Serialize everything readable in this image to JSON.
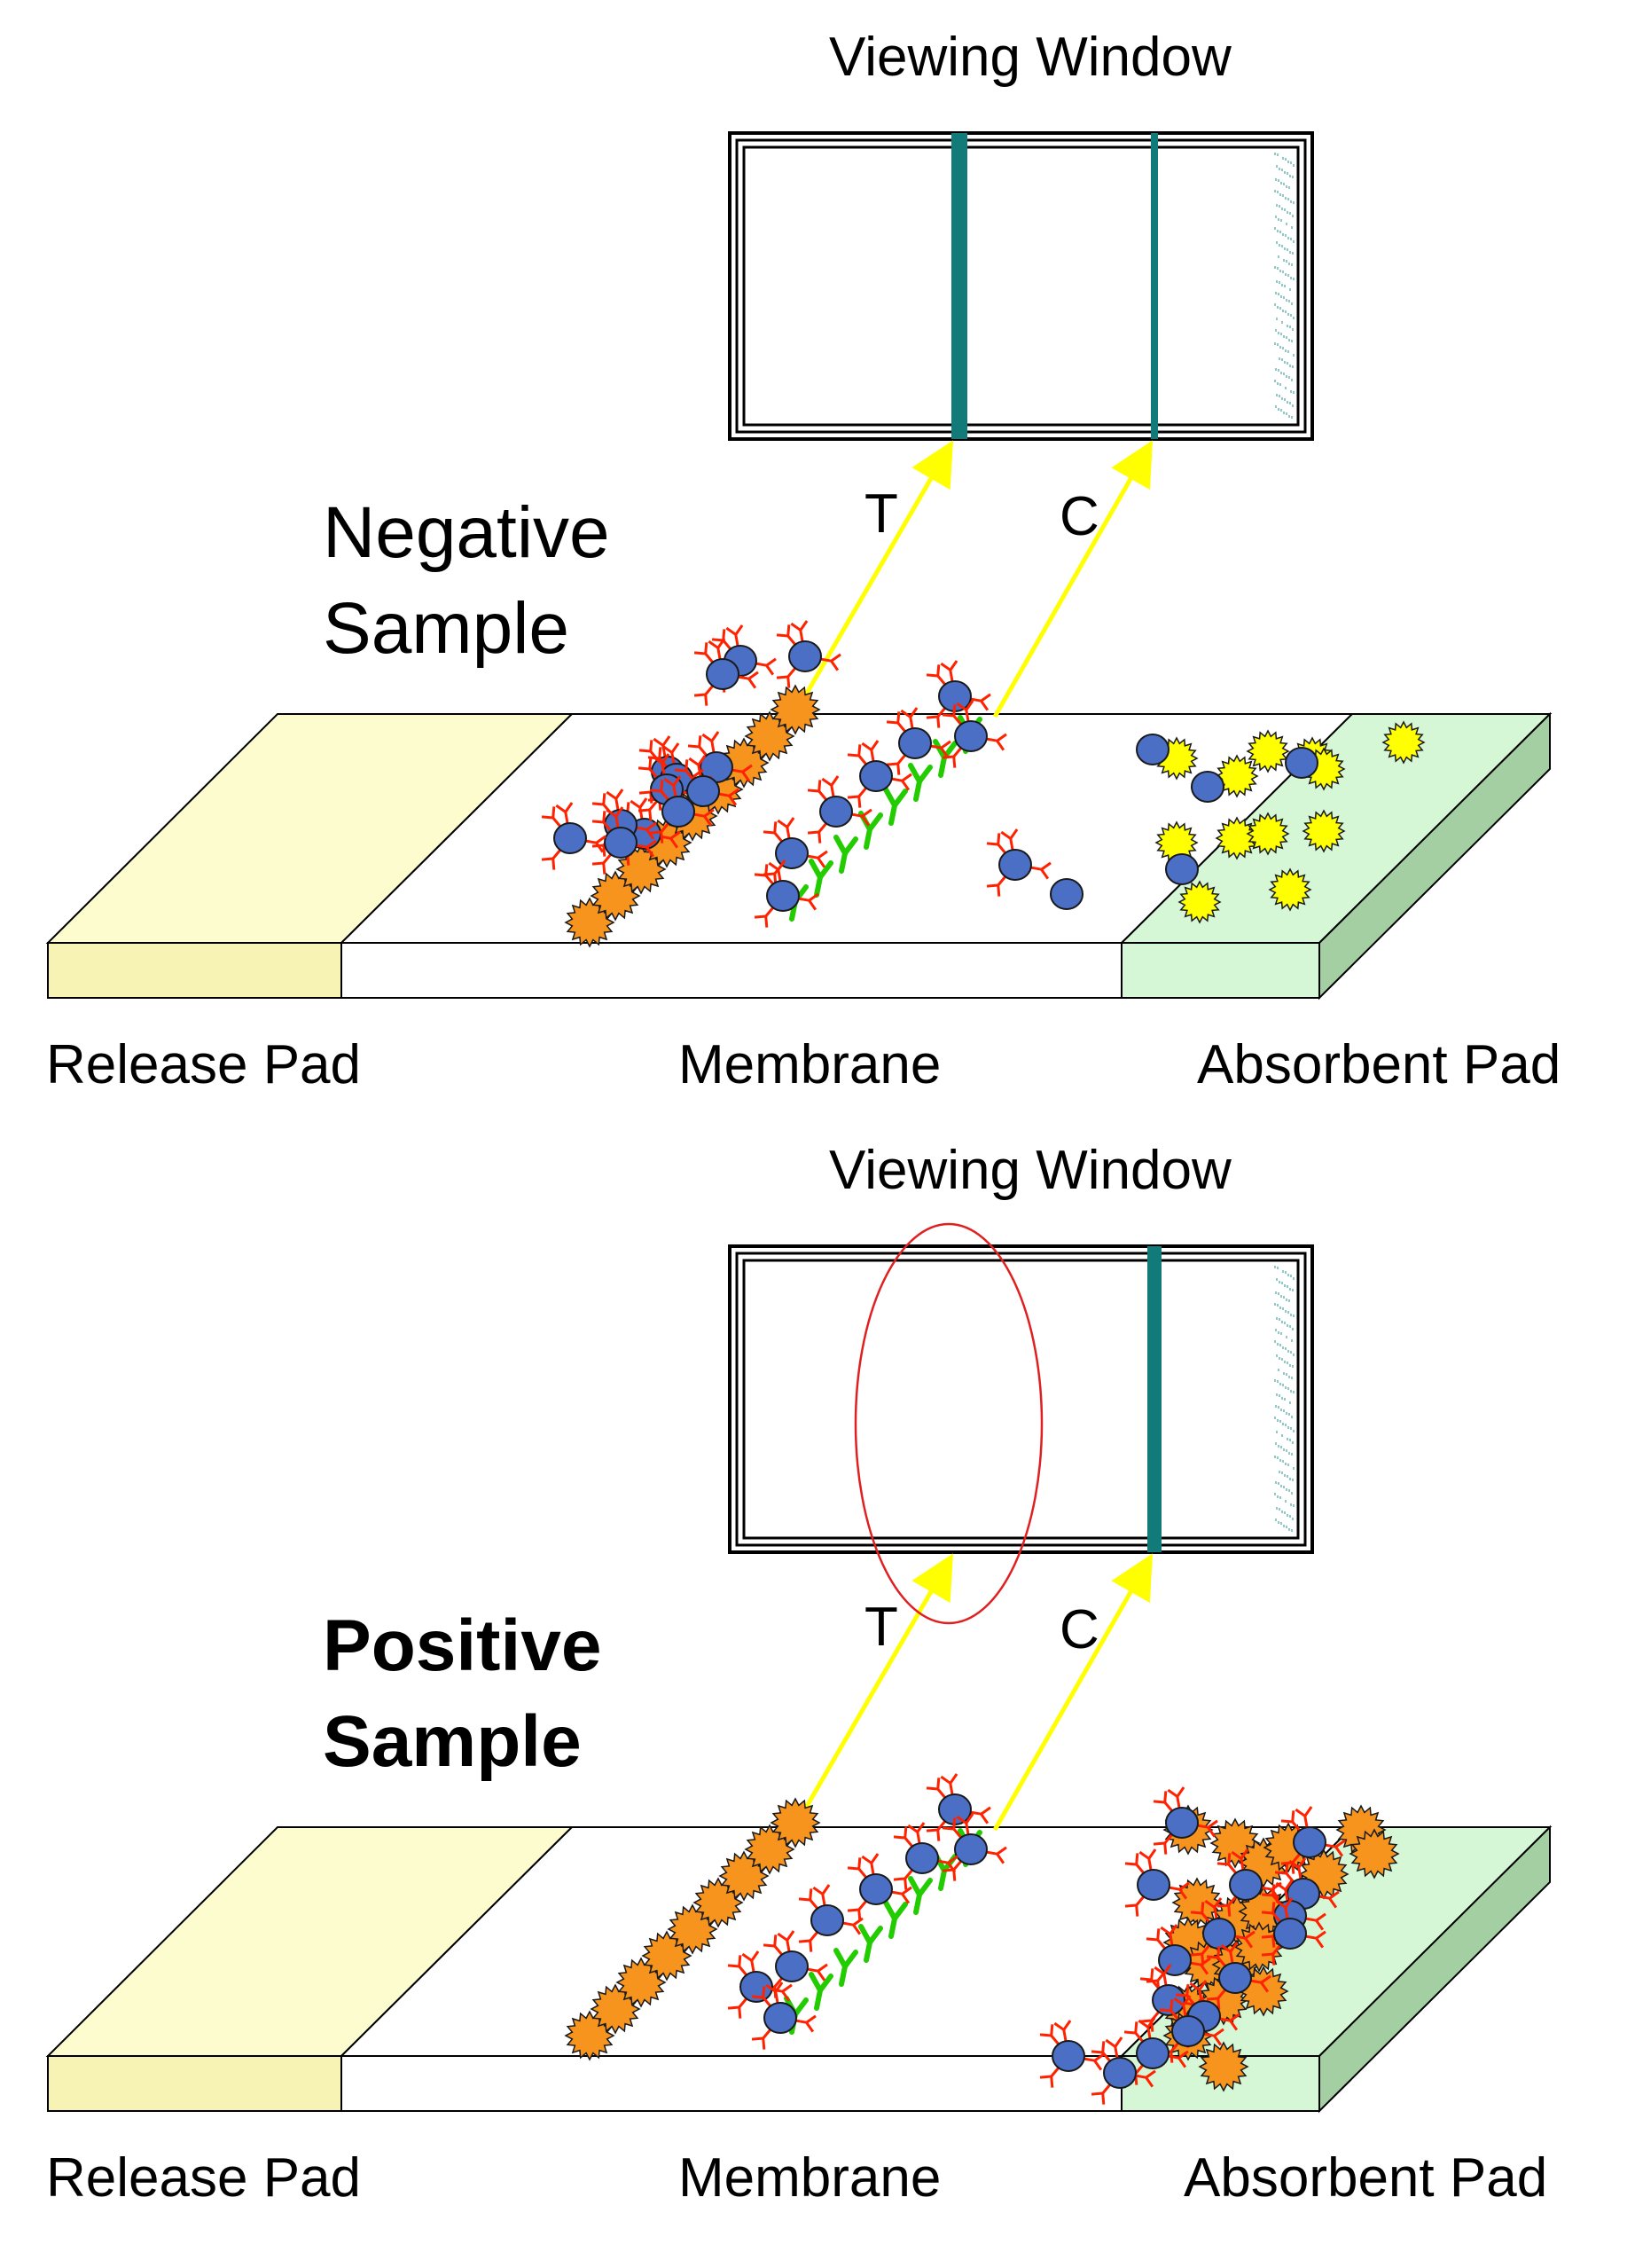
{
  "panels": [
    {
      "id": "negative",
      "window_title": "Viewing Window",
      "sample_line1": "Negative",
      "sample_line2": "Sample",
      "sample_bold": false,
      "test_line_visible": true,
      "control_line_visible": true,
      "test_label": "T",
      "control_label": "C",
      "highlight_test_region": false,
      "pad_labels": {
        "release": "Release Pad",
        "membrane": "Membrane",
        "absorbent": "Absorbent Pad"
      }
    },
    {
      "id": "positive",
      "window_title": "Viewing Window",
      "sample_line1": "Positive",
      "sample_line2": "Sample",
      "sample_bold": true,
      "test_line_visible": false,
      "control_line_visible": true,
      "test_label": "T",
      "control_label": "C",
      "highlight_test_region": true,
      "pad_labels": {
        "release": "Release Pad",
        "membrane": "Membrane",
        "absorbent": "Absorbent Pad"
      }
    }
  ],
  "colors": {
    "release_pad": "#fdfccf",
    "release_pad_side": "#f6f3b5",
    "membrane": "#ffffff",
    "absorbent_pad": "#d6f7d6",
    "absorbent_pad_side": "#a3cfa3",
    "band": "#137a7a",
    "arrow": "#ffff00",
    "antigen": "#f7941d",
    "antibody_particle": "#4a6fc4",
    "antibody_arms": "#ff2200",
    "capture_antibody": "#22cc00",
    "free_antigen": "#ffff00",
    "highlight_ring": "#e02020"
  },
  "icons": [
    "orange-antigen-icon",
    "blue-particle-icon",
    "red-antibody-icon",
    "green-antibody-icon",
    "yellow-antigen-icon"
  ]
}
